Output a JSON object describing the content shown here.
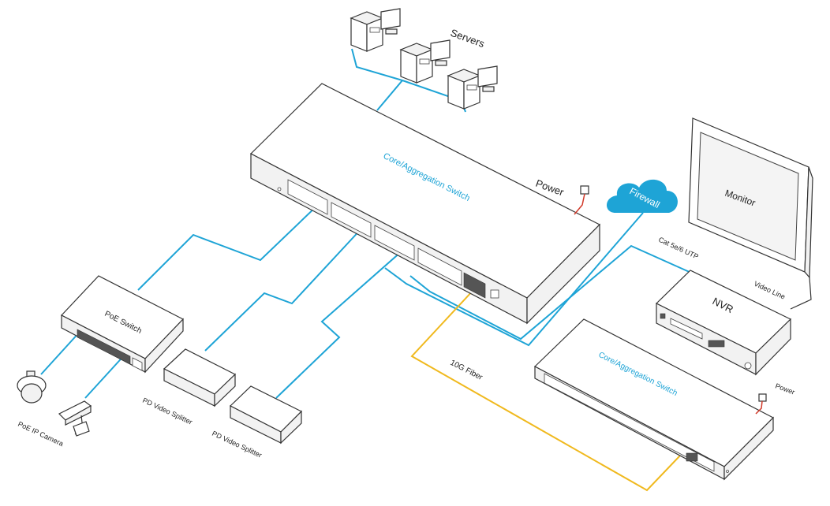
{
  "labels": {
    "servers": "Servers",
    "core_switch_main": "Core/Aggregation Switch",
    "power_main": "Power",
    "firewall": "Firewall",
    "monitor": "Monitor",
    "cat_utp": "Cat 5e/6 UTP",
    "video_line": "Video Line",
    "nvr": "NVR",
    "poe_switch": "PoE Switch",
    "poe_ip_camera": "PoE IP Camera",
    "pd_splitter_1": "PD Video Splitter",
    "pd_splitter_2": "PD Video Splitter",
    "fiber": "10G Fiber",
    "core_switch_second": "Core/Aggregation Switch",
    "power_second": "Power"
  },
  "colors": {
    "ethernet": "#1ea4d6",
    "fiber": "#f0b91e",
    "power": "#d23a2a",
    "firewall_cloud": "#1ea4d6"
  }
}
